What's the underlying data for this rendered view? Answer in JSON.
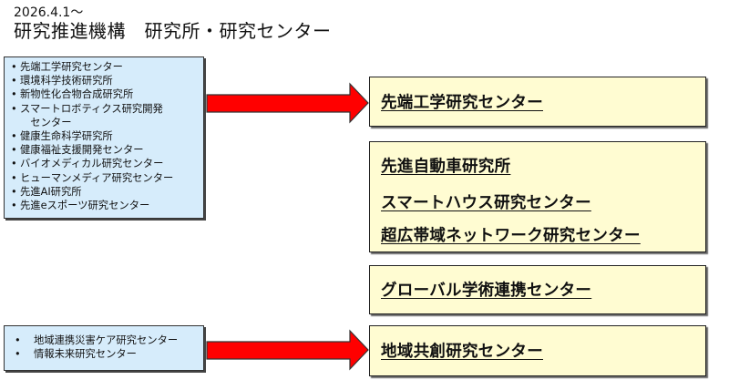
{
  "header": {
    "date": "2026.4.1～",
    "title": "研究推進機構　研究所・研究センター"
  },
  "sources": {
    "top": [
      "先端工学研究センター",
      "環境科学技術研究所",
      "新物性化合物合成研究所",
      "スマートロボティクス研究開発",
      "　センター",
      "健康生命科学研究所",
      "健康福祉支援開発センター",
      "バイオメディカル研究センター",
      "ヒューマンメディア研究センター",
      "先進AI研究所",
      "先進eスポーツ研究センター"
    ],
    "bottom": [
      "地域連携災害ケア研究センター",
      "情報未来研究センター"
    ]
  },
  "destinations": {
    "box1": [
      "先端工学研究センター"
    ],
    "box2": [
      "先進自動車研究所",
      "スマートハウス研究センター",
      "超広帯域ネットワーク研究センター"
    ],
    "box3": [
      "グローバル学術連携センター"
    ],
    "box4": [
      "地域共創研究センター"
    ]
  },
  "colors": {
    "source_fill": "#d6ecfb",
    "destination_fill": "#fffcd2",
    "arrow_fill": "#ff0000"
  }
}
